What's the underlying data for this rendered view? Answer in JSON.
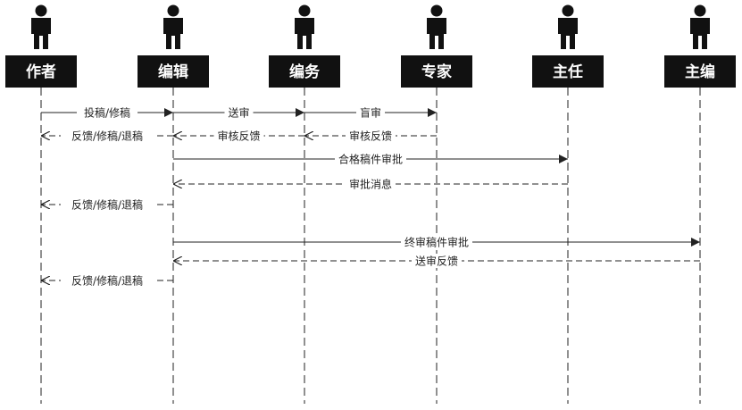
{
  "colors": {
    "line": "#222222",
    "actor_fill": "#111111",
    "label_text": "#ffffff",
    "canvas": "#ffffff"
  },
  "actors": [
    {
      "id": "author",
      "name": "作者",
      "icon": "person-icon"
    },
    {
      "id": "editor",
      "name": "编辑",
      "icon": "person-icon"
    },
    {
      "id": "affairs",
      "name": "编务",
      "icon": "person-icon"
    },
    {
      "id": "expert",
      "name": "专家",
      "icon": "person-icon"
    },
    {
      "id": "director",
      "name": "主任",
      "icon": "person-icon"
    },
    {
      "id": "chief",
      "name": "主编",
      "icon": "person-icon"
    }
  ],
  "messages": [
    {
      "from": "author",
      "to": "editor",
      "label": "投稿/修稿",
      "style": "solid"
    },
    {
      "from": "editor",
      "to": "affairs",
      "label": "送审",
      "style": "solid"
    },
    {
      "from": "affairs",
      "to": "expert",
      "label": "盲审",
      "style": "solid"
    },
    {
      "from": "affairs",
      "to": "editor",
      "label": "审核反馈",
      "style": "dashed"
    },
    {
      "from": "expert",
      "to": "affairs",
      "label": "审核反馈",
      "style": "dashed"
    },
    {
      "from": "editor",
      "to": "author",
      "label": "反馈/修稿/退稿",
      "style": "dashed"
    },
    {
      "from": "editor",
      "to": "director",
      "label": "合格稿件审批",
      "style": "solid"
    },
    {
      "from": "director",
      "to": "editor",
      "label": "审批消息",
      "style": "dashed"
    },
    {
      "from": "editor",
      "to": "author",
      "label": "反馈/修稿/退稿",
      "style": "dashed"
    },
    {
      "from": "editor",
      "to": "chief",
      "label": "终审稿件审批",
      "style": "solid"
    },
    {
      "from": "chief",
      "to": "editor",
      "label": "送审反馈",
      "style": "dashed"
    },
    {
      "from": "editor",
      "to": "author",
      "label": "反馈/修稿/退稿",
      "style": "dashed"
    }
  ]
}
